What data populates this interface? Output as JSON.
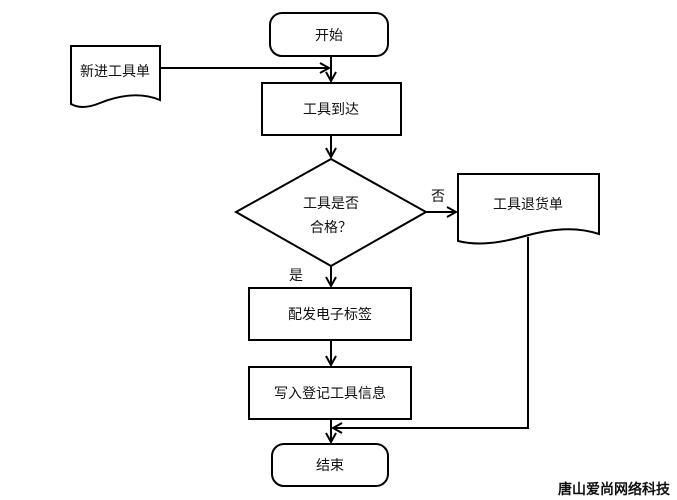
{
  "flowchart": {
    "start": "开始",
    "new_tool_form": "新进工具单",
    "tool_arrival": "工具到达",
    "decision_line1": "工具是否",
    "decision_line2": "合格？",
    "no_label": "否",
    "return_form": "工具退货单",
    "yes_label": "是",
    "issue_tag": "配发电子标签",
    "register_info": "写入登记工具信息",
    "end": "结束"
  },
  "watermark": "唐山爱尚网络科技",
  "colors": {
    "stroke": "#000000",
    "fill": "#ffffff"
  }
}
